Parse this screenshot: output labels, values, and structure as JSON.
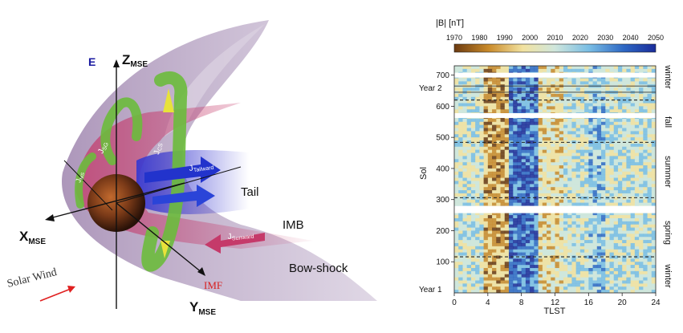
{
  "diagram": {
    "e_label": "E",
    "z_axis": {
      "main": "Z",
      "sub": "MSE"
    },
    "x_axis": {
      "main": "X",
      "sub": "MSE"
    },
    "y_axis": {
      "main": "Y",
      "sub": "MSE"
    },
    "labels": {
      "tail": "Tail",
      "imb": "IMB",
      "bow_shock": "Bow-shock",
      "solar_wind": "Solar Wind",
      "imf": "IMF"
    },
    "currents": {
      "j_cs": {
        "main": "J",
        "sub": "CS"
      },
      "j_sg": {
        "main": "J",
        "sub": "SG"
      },
      "j_ms": {
        "main": "J",
        "sub": "MS"
      },
      "j_tailward": {
        "main": "J",
        "sub": "Tailward"
      },
      "j_sunward": {
        "main": "J",
        "sub": "Sunward"
      }
    },
    "colors": {
      "bow_shock": "#7e5b93",
      "imb": "#c53a6a",
      "current_loop": "#6cbb3c",
      "current_arrow": "#e8e23a",
      "tailward": "#2233cc",
      "solar_wind_arrow": "#e02020",
      "imf": "#d82020",
      "e_label": "#1a1aa0"
    }
  },
  "heatmap": {
    "colorbar": {
      "title": "|B| [nT]",
      "ticks": [
        "1970",
        "1980",
        "1990",
        "2000",
        "2010",
        "2020",
        "2030",
        "2040",
        "2050"
      ],
      "range": [
        1970,
        2050
      ],
      "palette": [
        "#6b3a10",
        "#c98a2a",
        "#f2e2a0",
        "#cfe6dc",
        "#79bde4",
        "#2e68c4",
        "#1a2c9a"
      ]
    },
    "x_axis": {
      "label": "TLST",
      "ticks": [
        "0",
        "4",
        "8",
        "12",
        "16",
        "20",
        "24"
      ],
      "range": [
        0,
        24
      ]
    },
    "y_axis": {
      "label": "Sol",
      "ticks": [
        "100",
        "200",
        "300",
        "400",
        "500",
        "600",
        "700"
      ],
      "range": [
        0,
        730
      ]
    },
    "year_labels": [
      "Year 1",
      "Year 2"
    ],
    "season_labels": [
      "winter",
      "fall",
      "summer",
      "spring",
      "winter"
    ]
  }
}
